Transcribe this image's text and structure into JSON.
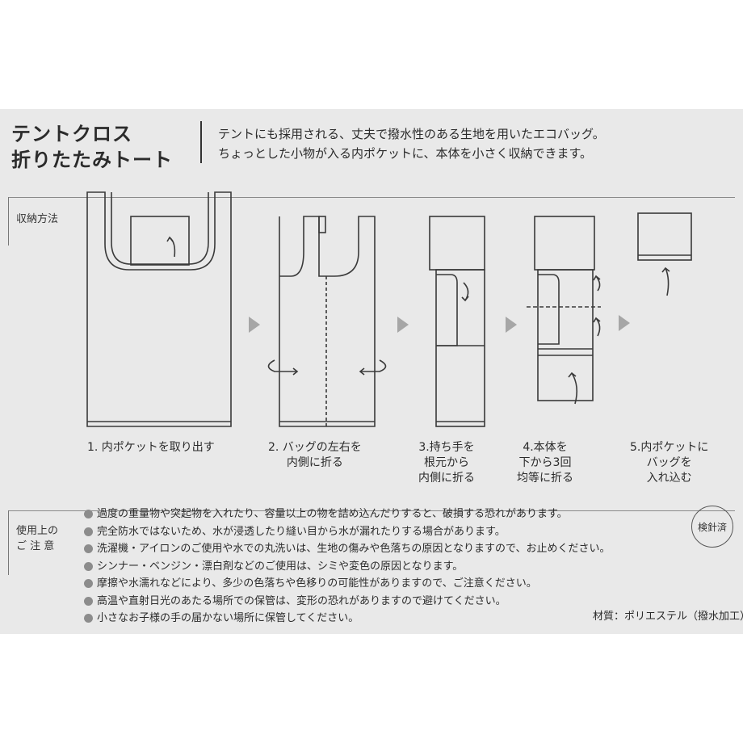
{
  "title": {
    "line1": "テントクロス",
    "line2": "折りたたみトート"
  },
  "description": {
    "line1": "テントにも採用される、丈夫で撥水性のある生地を用いたエコバッグ。",
    "line2": "ちょっとした小物が入る内ポケットに、本体を小さく収納できます。"
  },
  "storage_section": {
    "label": "収納方法"
  },
  "steps": [
    {
      "lines": [
        "1. 内ポケットを取り出す"
      ]
    },
    {
      "lines": [
        "2. バッグの左右を",
        "内側に折る"
      ]
    },
    {
      "lines": [
        "3.持ち手を",
        "根元から",
        "内側に折る"
      ]
    },
    {
      "lines": [
        "4.本体を",
        "下から3回",
        "均等に折る"
      ]
    },
    {
      "lines": [
        "5.内ポケットに",
        "バッグを",
        "入れ込む"
      ]
    }
  ],
  "care_section": {
    "label_line1": "使用上の",
    "label_line2": "ご 注 意"
  },
  "cautions": [
    "過度の重量物や突起物を入れたり、容量以上の物を詰め込んだりすると、破損する恐れがあります。",
    "完全防水ではないため、水が浸透したり縫い目から水が漏れたりする場合があります。",
    "洗濯機・アイロンのご使用や水での丸洗いは、生地の傷みや色落ちの原因となりますので、お止めください。",
    "シンナー・ベンジン・漂白剤などのご使用は、シミや変色の原因となります。",
    "摩擦や水濡れなどにより、多少の色落ちや色移りの可能性がありますので、ご注意ください。",
    "高温や直射日光のあたる場所での保管は、変形の恐れがありますので避けてください。",
    "小さなお子様の手の届かない場所に保管してください。"
  ],
  "badge": "検針済",
  "material": "材質：ポリエステル（撥水加工）"
}
